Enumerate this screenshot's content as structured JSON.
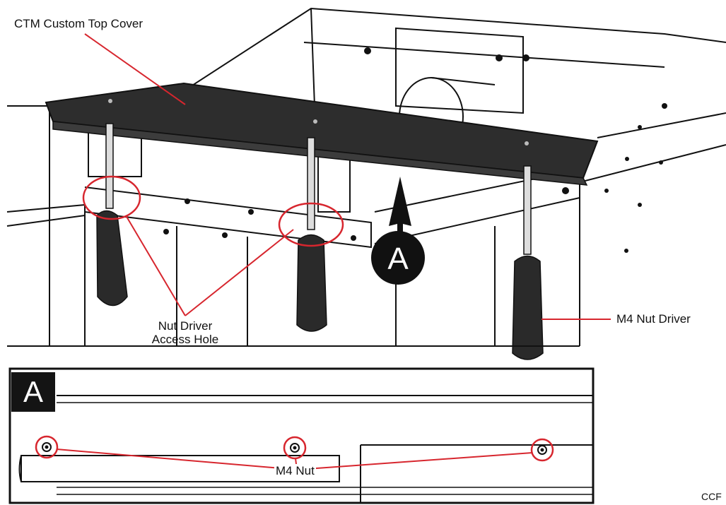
{
  "callouts": {
    "top_cover": "CTM Custom Top Cover",
    "access_hole_line1": "Nut Driver",
    "access_hole_line2": "Access Hole",
    "nut_driver": "M4 Nut Driver",
    "m4_nut": "M4 Nut"
  },
  "view_marker": "A",
  "detail_label": "A",
  "figure_code": "CCF"
}
